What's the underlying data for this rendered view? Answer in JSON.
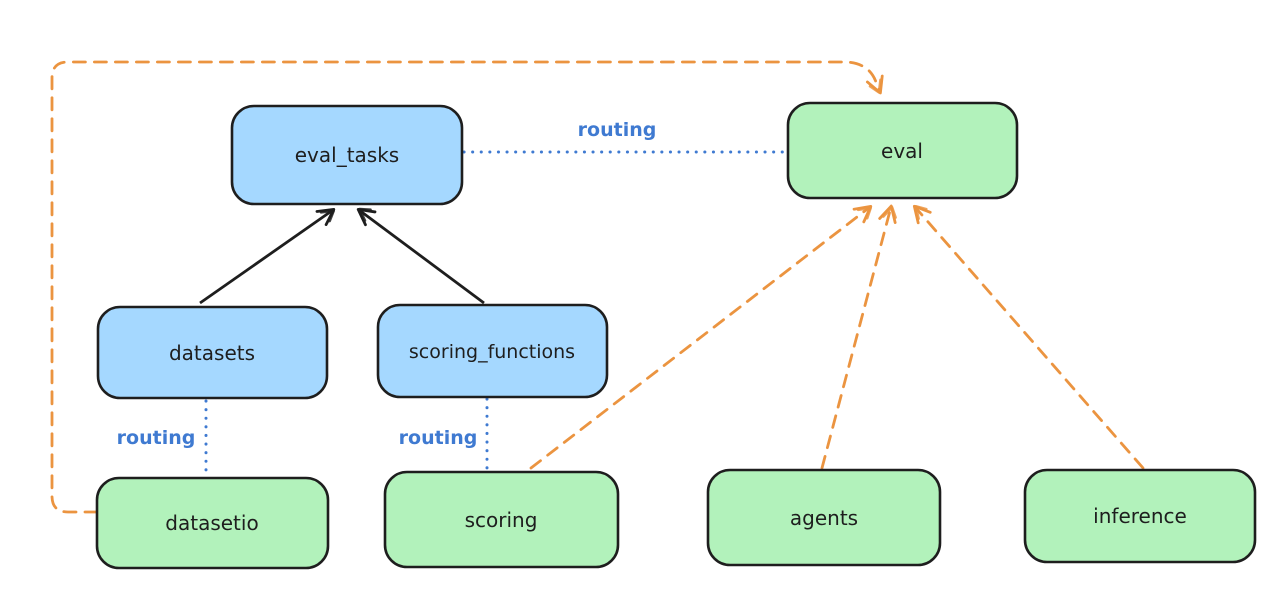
{
  "colors": {
    "background": "#ffffff",
    "stroke": "#1e1e1e",
    "routing_label": "#3f7ad1",
    "orange_connector": "#eb9440",
    "blue_node_fill": "#a5d8ff",
    "green_node_fill": "#b2f2bb"
  },
  "nodes": {
    "eval_tasks": {
      "label": "eval_tasks",
      "fill": "#a5d8ff"
    },
    "eval": {
      "label": "eval",
      "fill": "#b2f2bb"
    },
    "datasets": {
      "label": "datasets",
      "fill": "#a5d8ff"
    },
    "scoring_functions": {
      "label": "scoring_functions",
      "fill": "#a5d8ff"
    },
    "datasetio": {
      "label": "datasetio",
      "fill": "#b2f2bb"
    },
    "scoring": {
      "label": "scoring",
      "fill": "#b2f2bb"
    },
    "agents": {
      "label": "agents",
      "fill": "#b2f2bb"
    },
    "inference": {
      "label": "inference",
      "fill": "#b2f2bb"
    }
  },
  "edges": [
    {
      "from": "datasets",
      "to": "eval_tasks",
      "style": "solid",
      "color": "black",
      "label": ""
    },
    {
      "from": "scoring_functions",
      "to": "eval_tasks",
      "style": "solid",
      "color": "black",
      "label": ""
    },
    {
      "from": "eval_tasks",
      "to": "eval",
      "style": "dotted",
      "color": "blue",
      "label": "routing"
    },
    {
      "from": "datasets",
      "to": "datasetio",
      "style": "dotted",
      "color": "blue",
      "label": "routing"
    },
    {
      "from": "scoring_functions",
      "to": "scoring",
      "style": "dotted",
      "color": "blue",
      "label": "routing"
    },
    {
      "from": "datasetio",
      "to": "eval",
      "style": "dashed",
      "color": "orange",
      "label": ""
    },
    {
      "from": "scoring",
      "to": "eval",
      "style": "dashed",
      "color": "orange",
      "label": ""
    },
    {
      "from": "agents",
      "to": "eval",
      "style": "dashed",
      "color": "orange",
      "label": ""
    },
    {
      "from": "inference",
      "to": "eval",
      "style": "dashed",
      "color": "orange",
      "label": ""
    }
  ]
}
